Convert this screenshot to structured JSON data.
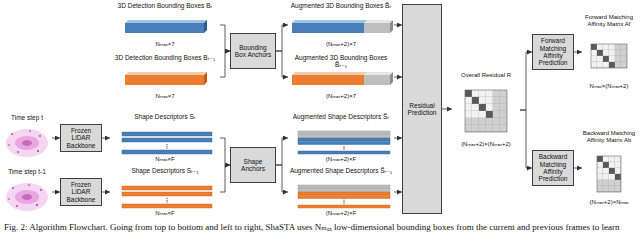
{
  "diagram": {
    "caption": "Fig. 2: Algorithm Flowchart. Going from top to bottom and left to right, ShaSTA uses Nₘₐₓ low-dimensional bounding boxes from the current and previous frames to learn",
    "nodes": [
      {
        "text": [
          "3D Detection Bounding Boxes Bₜ",
          "Nₘₐₓ×7"
        ]
      },
      {
        "text": [
          "3D Detection Bounding Boxes Bₜ₋₁",
          "Nₘₐₓ×7"
        ]
      },
      {
        "text": [
          "Bounding Box Anchors"
        ]
      },
      {
        "text": [
          "Augmented 3D Bounding Boxes B̃ₜ",
          "(Nₘₐₓ+2)×7"
        ]
      },
      {
        "text": [
          "Augmented 3D Bounding Boxes B̃ₜ₋₁",
          "(Nₘₐₓ+2)×7"
        ]
      },
      {
        "text": [
          "Residual Prediction"
        ]
      },
      {
        "text": [
          "Time step t"
        ]
      },
      {
        "text": [
          "Frozen LiDAR Backbone"
        ]
      },
      {
        "text": [
          "Shape Descriptors Sₜ",
          "Nₘₐₓ×F"
        ]
      },
      {
        "text": [
          "Time step t-1"
        ]
      },
      {
        "text": [
          "Frozen LiDAR Backbone"
        ]
      },
      {
        "text": [
          "Shape Descriptors Sₜ₋₁",
          "Nₘₐₓ×F"
        ]
      },
      {
        "text": [
          "Shape Anchors"
        ]
      },
      {
        "text": [
          "Augmented Shape Descriptors S̃ₜ",
          "(Nₘₐₓ+2)×F"
        ]
      },
      {
        "text": [
          "Augmented Shape Descriptors S̃ₜ₋₁",
          "(Nₘₐₓ+2)×F"
        ]
      },
      {
        "text": [
          "Overall Residual R",
          "(Nₘₐₓ+2)×(Nₘₐₓ+2)"
        ]
      },
      {
        "text": [
          "Forward Matching Affinity Prediction"
        ]
      },
      {
        "text": [
          "Forward Matching Affinity Matrix Af",
          "Nₘₐₓ×(Nₘₐₓ+2)"
        ]
      },
      {
        "text": [
          "Backward Matching Affinity Prediction"
        ]
      },
      {
        "text": [
          "Backward Matching Affinity Matrix Ab",
          "(Nₘₐₓ+2)×Nₘₐₓ"
        ]
      }
    ],
    "edges": [
      {
        "from": 0,
        "to": 2,
        "arrow": "to"
      },
      {
        "from": 1,
        "to": 2,
        "arrow": "to"
      },
      {
        "from": 2,
        "to": 3,
        "arrow": "to"
      },
      {
        "from": 2,
        "to": 4,
        "arrow": "to"
      },
      {
        "from": 3,
        "to": 5,
        "arrow": "to"
      },
      {
        "from": 4,
        "to": 5,
        "arrow": "to"
      },
      {
        "from": 6,
        "to": 7,
        "arrow": "to"
      },
      {
        "from": 7,
        "to": 8,
        "arrow": "to"
      },
      {
        "from": 9,
        "to": 10,
        "arrow": "to"
      },
      {
        "from": 10,
        "to": 11,
        "arrow": "to"
      },
      {
        "from": 8,
        "to": 12,
        "arrow": "to"
      },
      {
        "from": 11,
        "to": 12,
        "arrow": "to"
      },
      {
        "from": 12,
        "to": 13,
        "arrow": "to"
      },
      {
        "from": 12,
        "to": 14,
        "arrow": "to"
      },
      {
        "from": 13,
        "to": 5,
        "arrow": "to"
      },
      {
        "from": 14,
        "to": 5,
        "arrow": "to"
      },
      {
        "from": 5,
        "to": 15,
        "arrow": "to"
      },
      {
        "from": 15,
        "to": 16,
        "arrow": "to"
      },
      {
        "from": 15,
        "to": 18,
        "arrow": "to"
      },
      {
        "from": 16,
        "to": 17,
        "arrow": "to"
      },
      {
        "from": 18,
        "to": 19,
        "arrow": "to"
      }
    ]
  }
}
